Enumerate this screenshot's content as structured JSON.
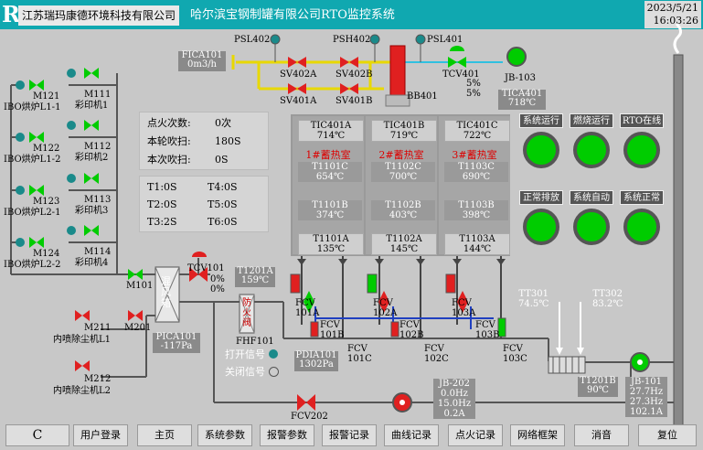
{
  "header": {
    "logo": "R",
    "company": "江苏瑞玛康德环境科技有限公司",
    "system_title": "哈尔滨宝钢制罐有限公司RTO监控系统",
    "date": "2023/5/21",
    "time": "16:03:26"
  },
  "motors_left": [
    {
      "id": "M121",
      "label": "IBO烘炉L1-1"
    },
    {
      "id": "M122",
      "label": "IBO烘炉L1-2"
    },
    {
      "id": "M123",
      "label": "IBO烘炉L2-1"
    },
    {
      "id": "M124",
      "label": "IBO烘炉L2-2"
    }
  ],
  "motors_right": [
    {
      "id": "M111",
      "label": "彩印机1"
    },
    {
      "id": "M112",
      "label": "彩印机2"
    },
    {
      "id": "M113",
      "label": "彩印机3"
    },
    {
      "id": "M114",
      "label": "彩印机4"
    }
  ],
  "m101": "M101",
  "dust": [
    {
      "id": "M211",
      "label": "内喷除尘机L1"
    },
    {
      "id": "M212",
      "label": "内喷除尘机L2"
    }
  ],
  "m201": "M201",
  "ignition": {
    "count_label": "点火次数:",
    "count_value": "0次",
    "round_label": "本轮吹扫:",
    "round_value": "180S",
    "this_label": "本次吹扫:",
    "this_value": "0S"
  },
  "timers": {
    "t1": "T1:0S",
    "t2": "T2:0S",
    "t3": "T3:2S",
    "t4": "T4:0S",
    "t5": "T5:0S",
    "t6": "T6:0S"
  },
  "fica101": {
    "name": "FICA101",
    "value": "0m3/h"
  },
  "psl402": "PSL402",
  "psh402": "PSH402",
  "psl401": "PSL401",
  "sv402a": "SV402A",
  "sv402b": "SV402B",
  "sv401a": "SV401A",
  "sv401b": "SV401B",
  "tcv401": {
    "name": "TCV401",
    "v1": "5%",
    "v2": "5%"
  },
  "jb103": "JB-103",
  "bb401": "BB401",
  "tica401": {
    "name": "TICA401",
    "value": "718℃"
  },
  "chambers": [
    {
      "top_name": "TIC401A",
      "top_val": "714℃",
      "title": "1#蓄热室",
      "mid1_name": "T1101C",
      "mid1_val": "654℃",
      "mid2_name": "T1101B",
      "mid2_val": "374℃",
      "bot_name": "T1101A",
      "bot_val": "135℃"
    },
    {
      "top_name": "TIC401B",
      "top_val": "719℃",
      "title": "2#蓄热室",
      "mid1_name": "T1102C",
      "mid1_val": "700℃",
      "mid2_name": "T1102B",
      "mid2_val": "403℃",
      "bot_name": "T1102A",
      "bot_val": "145℃"
    },
    {
      "top_name": "TIC401C",
      "top_val": "722℃",
      "title": "3#蓄热室",
      "mid1_name": "T1103C",
      "mid1_val": "690℃",
      "mid2_name": "T1103B",
      "mid2_val": "398℃",
      "bot_name": "T1103A",
      "bot_val": "144℃"
    }
  ],
  "status": [
    "系统运行",
    "燃烧运行",
    "RTO在线",
    "正常排放",
    "系统自动",
    "系统正常"
  ],
  "tcv101": {
    "name": "TCV101",
    "v1": "0%",
    "v2": "0%"
  },
  "mixer": "混风箱",
  "t1201a": {
    "name": "T1201A",
    "value": "159℃"
  },
  "fire_valve": "防火阀",
  "fhf101": "FHF101",
  "open_sig": "打开信号",
  "close_sig": "关闭信号",
  "pica101": {
    "name": "PICA101",
    "value": "-117Pa"
  },
  "pdia101": {
    "name": "PDIA101",
    "value": "1302Pa"
  },
  "fcv": {
    "a1": "FCV\n101A",
    "a2": "FCV\n102A",
    "a3": "FCV\n103A",
    "b1": "FCV\n101B",
    "b2": "FCV\n102B",
    "b3": "FCV\n103B",
    "c1": "FCV\n101C",
    "c2": "FCV\n102C",
    "c3": "FCV\n103C"
  },
  "tt301": {
    "name": "TT301",
    "value": "74.5℃"
  },
  "tt302": {
    "name": "TT302",
    "value": "83.2℃"
  },
  "t1201b": {
    "name": "T1201B",
    "value": "90℃"
  },
  "jb202": {
    "name": "JB-202",
    "l1": "0.0Hz",
    "l2": "15.0Hz",
    "l3": "0.2A"
  },
  "jb101": {
    "name": "JB-101",
    "l1": "27.7Hz",
    "l2": "27.3Hz",
    "l3": "102.1A"
  },
  "fcv202": "FCV202",
  "nav": [
    "C",
    "用户登录",
    "主页",
    "系统参数",
    "报警参数",
    "报警记录",
    "曲线记录",
    "点火记录",
    "网络框架",
    "消音",
    "复位"
  ],
  "colors": {
    "header": "#10a8b0",
    "run": "#00cc00",
    "valve_closed": "#e02020",
    "pipe_yellow": "#e8d800",
    "pipe_cyan": "#30c0e0",
    "pipe_dark": "#555555"
  }
}
